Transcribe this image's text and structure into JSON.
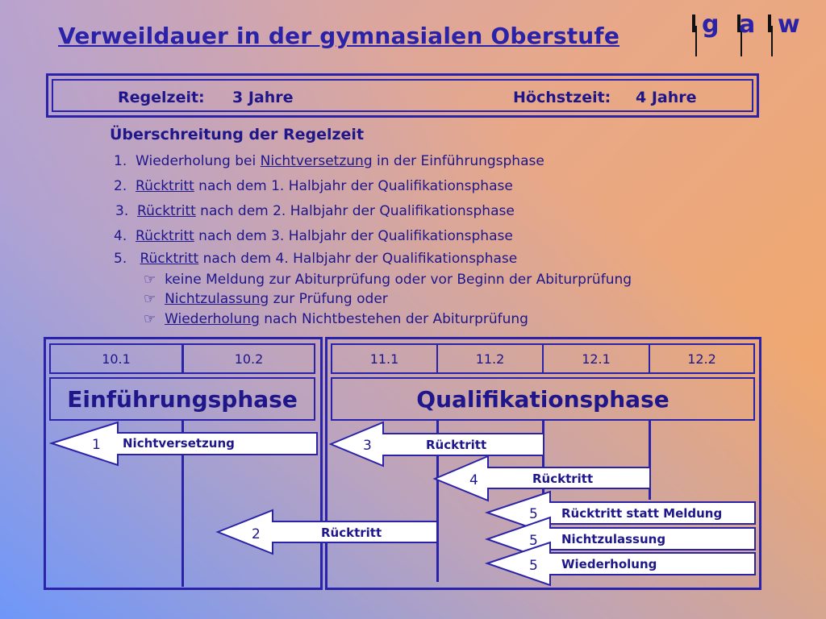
{
  "title": "Verweildauer in der gymnasialen Oberstufe",
  "logo": {
    "letters": [
      "g",
      "a",
      "w"
    ]
  },
  "info": {
    "regel_label": "Regelzeit:",
    "regel_value": "3 Jahre",
    "hoechst_label": "Höchstzeit:",
    "hoechst_value": "4 Jahre"
  },
  "ueberschreitung": {
    "heading": "Überschreitung der Regelzeit",
    "items": [
      {
        "num": "1.",
        "link": "Wiederholung bei ",
        "u": "Nichtversetzung",
        "rest": " in der Einführungsphase"
      },
      {
        "num": "2.",
        "u": "Rücktritt",
        "rest": " nach dem 1. Halbjahr der Qualifikationsphase"
      },
      {
        "num": "3.",
        "u": "Rücktritt",
        "rest": " nach dem 2. Halbjahr der Qualifikationsphase"
      },
      {
        "num": "4.",
        "u": "Rücktritt",
        "rest": " nach dem 3. Halbjahr der Qualifikationsphase"
      },
      {
        "num": "5.",
        "u": "Rücktritt",
        "rest": " nach dem 4. Halbjahr der Qualifikationsphase"
      }
    ],
    "sub": [
      {
        "icon": "☞",
        "pre": "keine Meldung zur Abiturprüfung oder vor Beginn der Abiturprüfung",
        "u": "",
        "rest": ""
      },
      {
        "icon": "☞",
        "pre": "",
        "u": "Nichtzulassung",
        "rest": " zur Prüfung oder"
      },
      {
        "icon": "☞",
        "pre": "",
        "u": "Wiederholung",
        "rest": " nach Nichtbestehen der Abiturprüfung"
      }
    ]
  },
  "diagram": {
    "left_semesters": [
      "10.1",
      "10.2"
    ],
    "right_semesters": [
      "11.1",
      "11.2",
      "12.1",
      "12.2"
    ],
    "left_phase": "Einführungsphase",
    "right_phase": "Qualifikationsphase",
    "arrows": [
      {
        "num": "1",
        "label": "Nichtversetzung"
      },
      {
        "num": "3",
        "label": "Rücktritt"
      },
      {
        "num": "4",
        "label": "Rücktritt"
      },
      {
        "num": "2",
        "label": "Rücktritt"
      },
      {
        "num": "5",
        "label": "Rücktritt statt Meldung"
      },
      {
        "num": "5",
        "label": "Nichtzulassung"
      },
      {
        "num": "5",
        "label": "Wiederholung"
      }
    ]
  }
}
